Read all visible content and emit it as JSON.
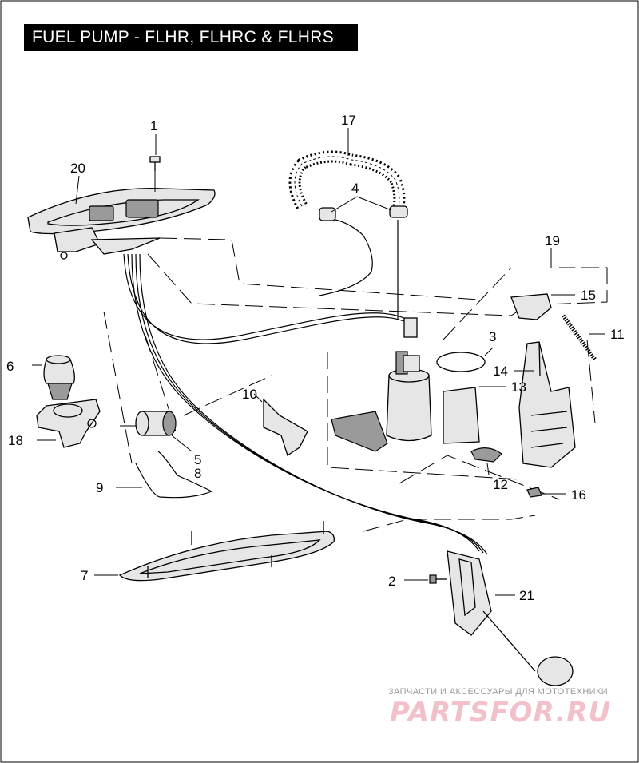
{
  "title": "FUEL PUMP - FLHR, FLHRC & FLHRS",
  "callouts": {
    "c1": "1",
    "c2": "2",
    "c3": "3",
    "c4": "4",
    "c5": "5",
    "c6": "6",
    "c7": "7",
    "c8": "8",
    "c9": "9",
    "c10": "10",
    "c11": "11",
    "c12": "12",
    "c13": "13",
    "c14": "14",
    "c15": "15",
    "c16": "16",
    "c17": "17",
    "c18": "18",
    "c19": "19",
    "c20": "20",
    "c21": "21"
  },
  "watermark": {
    "subtitle": "ЗАПЧАСТИ И АКСЕССУАРЫ ДЛЯ МОТОТЕХНИКИ",
    "logo": "PARTSFOR.RU"
  },
  "colors": {
    "line": "#000000",
    "watermark": "#f2c0c8"
  }
}
